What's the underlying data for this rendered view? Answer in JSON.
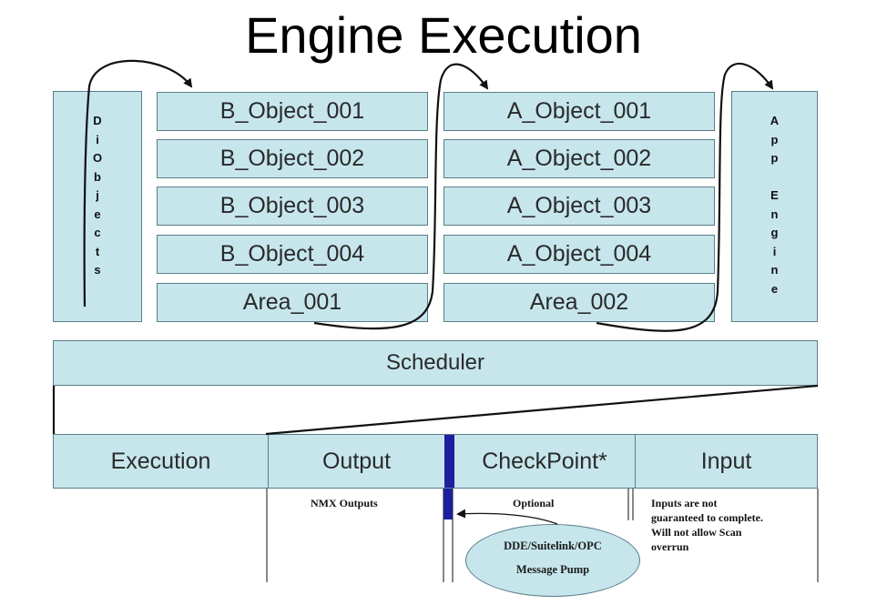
{
  "title": "Engine Execution",
  "left_column": {
    "letters": [
      "D",
      "i",
      "O",
      "b",
      "j",
      "e",
      "c",
      "t",
      "s"
    ]
  },
  "right_column": {
    "letters": [
      "A",
      "p",
      "p",
      "",
      "E",
      "n",
      "g",
      "i",
      "n",
      "e"
    ]
  },
  "b_objects": [
    "B_Object_001",
    "B_Object_002",
    "B_Object_003",
    "B_Object_004",
    "Area_001"
  ],
  "a_objects": [
    "A_Object_001",
    "A_Object_002",
    "A_Object_003",
    "A_Object_004",
    "Area_002"
  ],
  "scheduler": "Scheduler",
  "phases": {
    "execution": "Execution",
    "output": "Output",
    "checkpoint": "CheckPoint*",
    "input": "Input"
  },
  "notes": {
    "output": "NMX Outputs",
    "checkpoint": "Optional",
    "input_lines": [
      "Inputs are not",
      "guaranteed to complete.",
      "Will not allow Scan",
      "overrun"
    ]
  },
  "message_pump": {
    "line1": "DDE/Suitelink/OPC",
    "line2": "Message Pump"
  },
  "colors": {
    "box_fill": "#c6e6ec",
    "box_border": "#5a7d88",
    "marker": "#1f1f9e"
  }
}
